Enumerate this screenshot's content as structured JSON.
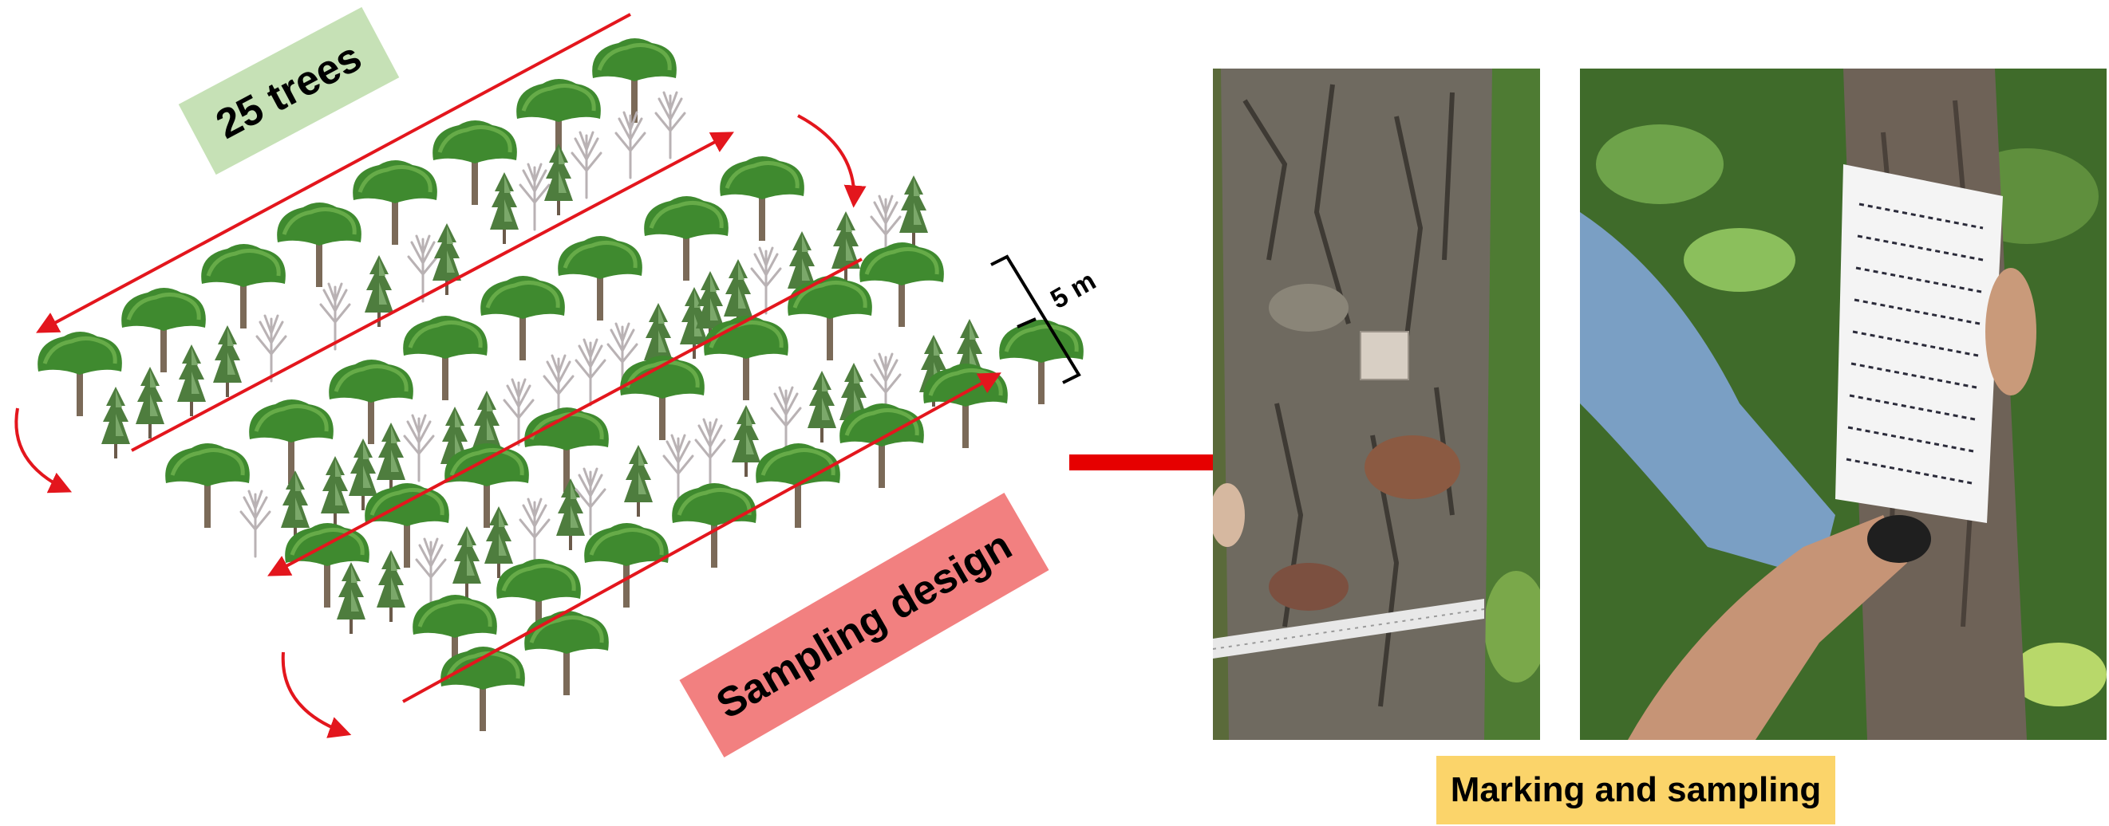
{
  "labels": {
    "trees_count": "25 trees",
    "sampling_design": "Sampling design",
    "scale": "5 m",
    "marking_and_sampling": "Marking and sampling"
  },
  "colors": {
    "trees_label_bg": "#c6e1b6",
    "sampling_label_bg": "#f28080",
    "marking_label_bg": "#fbd46a",
    "transect_line": "#e3161d",
    "main_arrow": "#e60000",
    "canopy_green": "#3f8a2f",
    "conifer_green": "#4e7d3e",
    "bare_tree": "#b9b2b4"
  },
  "icons": [
    "umbrella-pine-icon",
    "conifer-icon",
    "bare-tree-icon",
    "transect-arrow",
    "turn-arrow",
    "scale-bracket",
    "pointer-arrow"
  ]
}
